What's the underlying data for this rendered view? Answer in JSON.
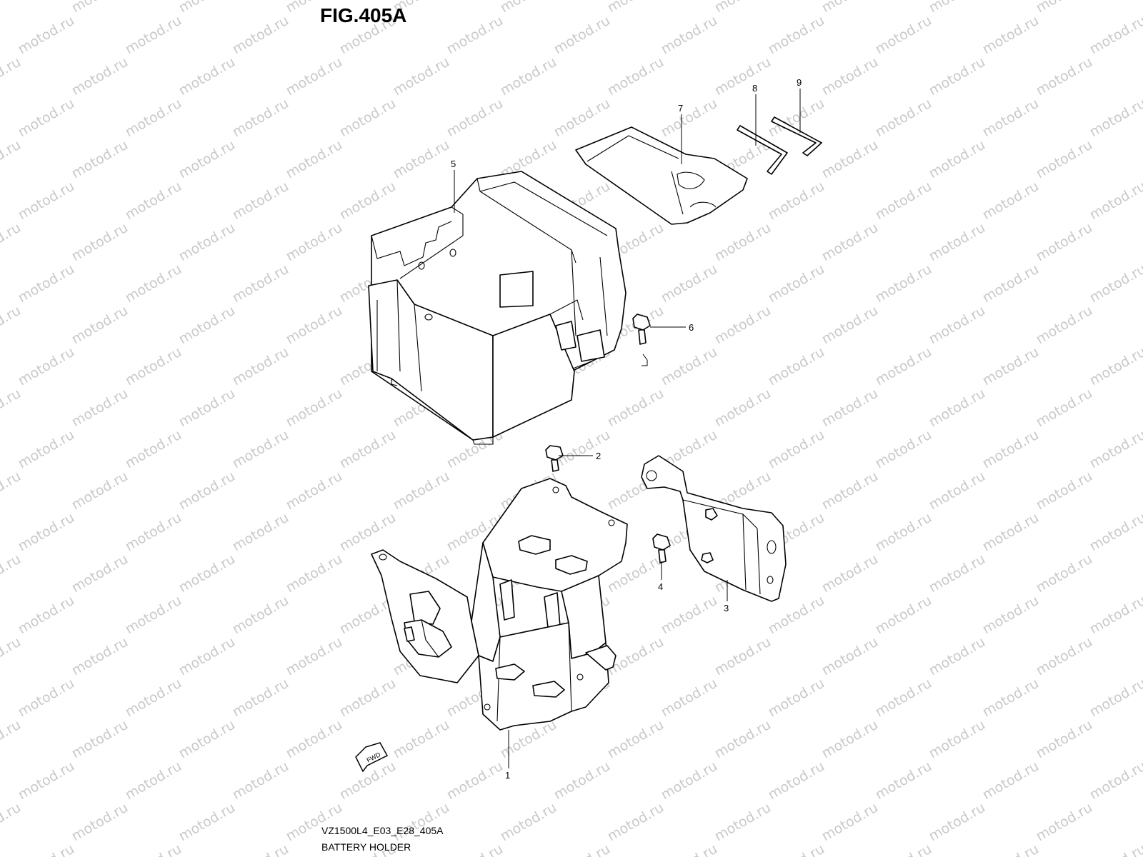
{
  "figure_title": "FIG.405A",
  "footer": {
    "model_code": "VZ1500L4_E03_E28_405A",
    "assembly_name": "BATTERY HOLDER"
  },
  "watermark": {
    "text": "motod.ru",
    "color": "#c9c9c9"
  },
  "direction_badge": {
    "text": "FWD"
  },
  "callouts": [
    {
      "number": "1",
      "part": "battery holder bracket"
    },
    {
      "number": "2",
      "part": "bolt"
    },
    {
      "number": "3",
      "part": "holder bracket"
    },
    {
      "number": "4",
      "part": "bolt"
    },
    {
      "number": "5",
      "part": "battery case"
    },
    {
      "number": "6",
      "part": "bolt"
    },
    {
      "number": "7",
      "part": "tool bag"
    },
    {
      "number": "8",
      "part": "hexagon wrench"
    },
    {
      "number": "9",
      "part": "hexagon wrench"
    }
  ]
}
